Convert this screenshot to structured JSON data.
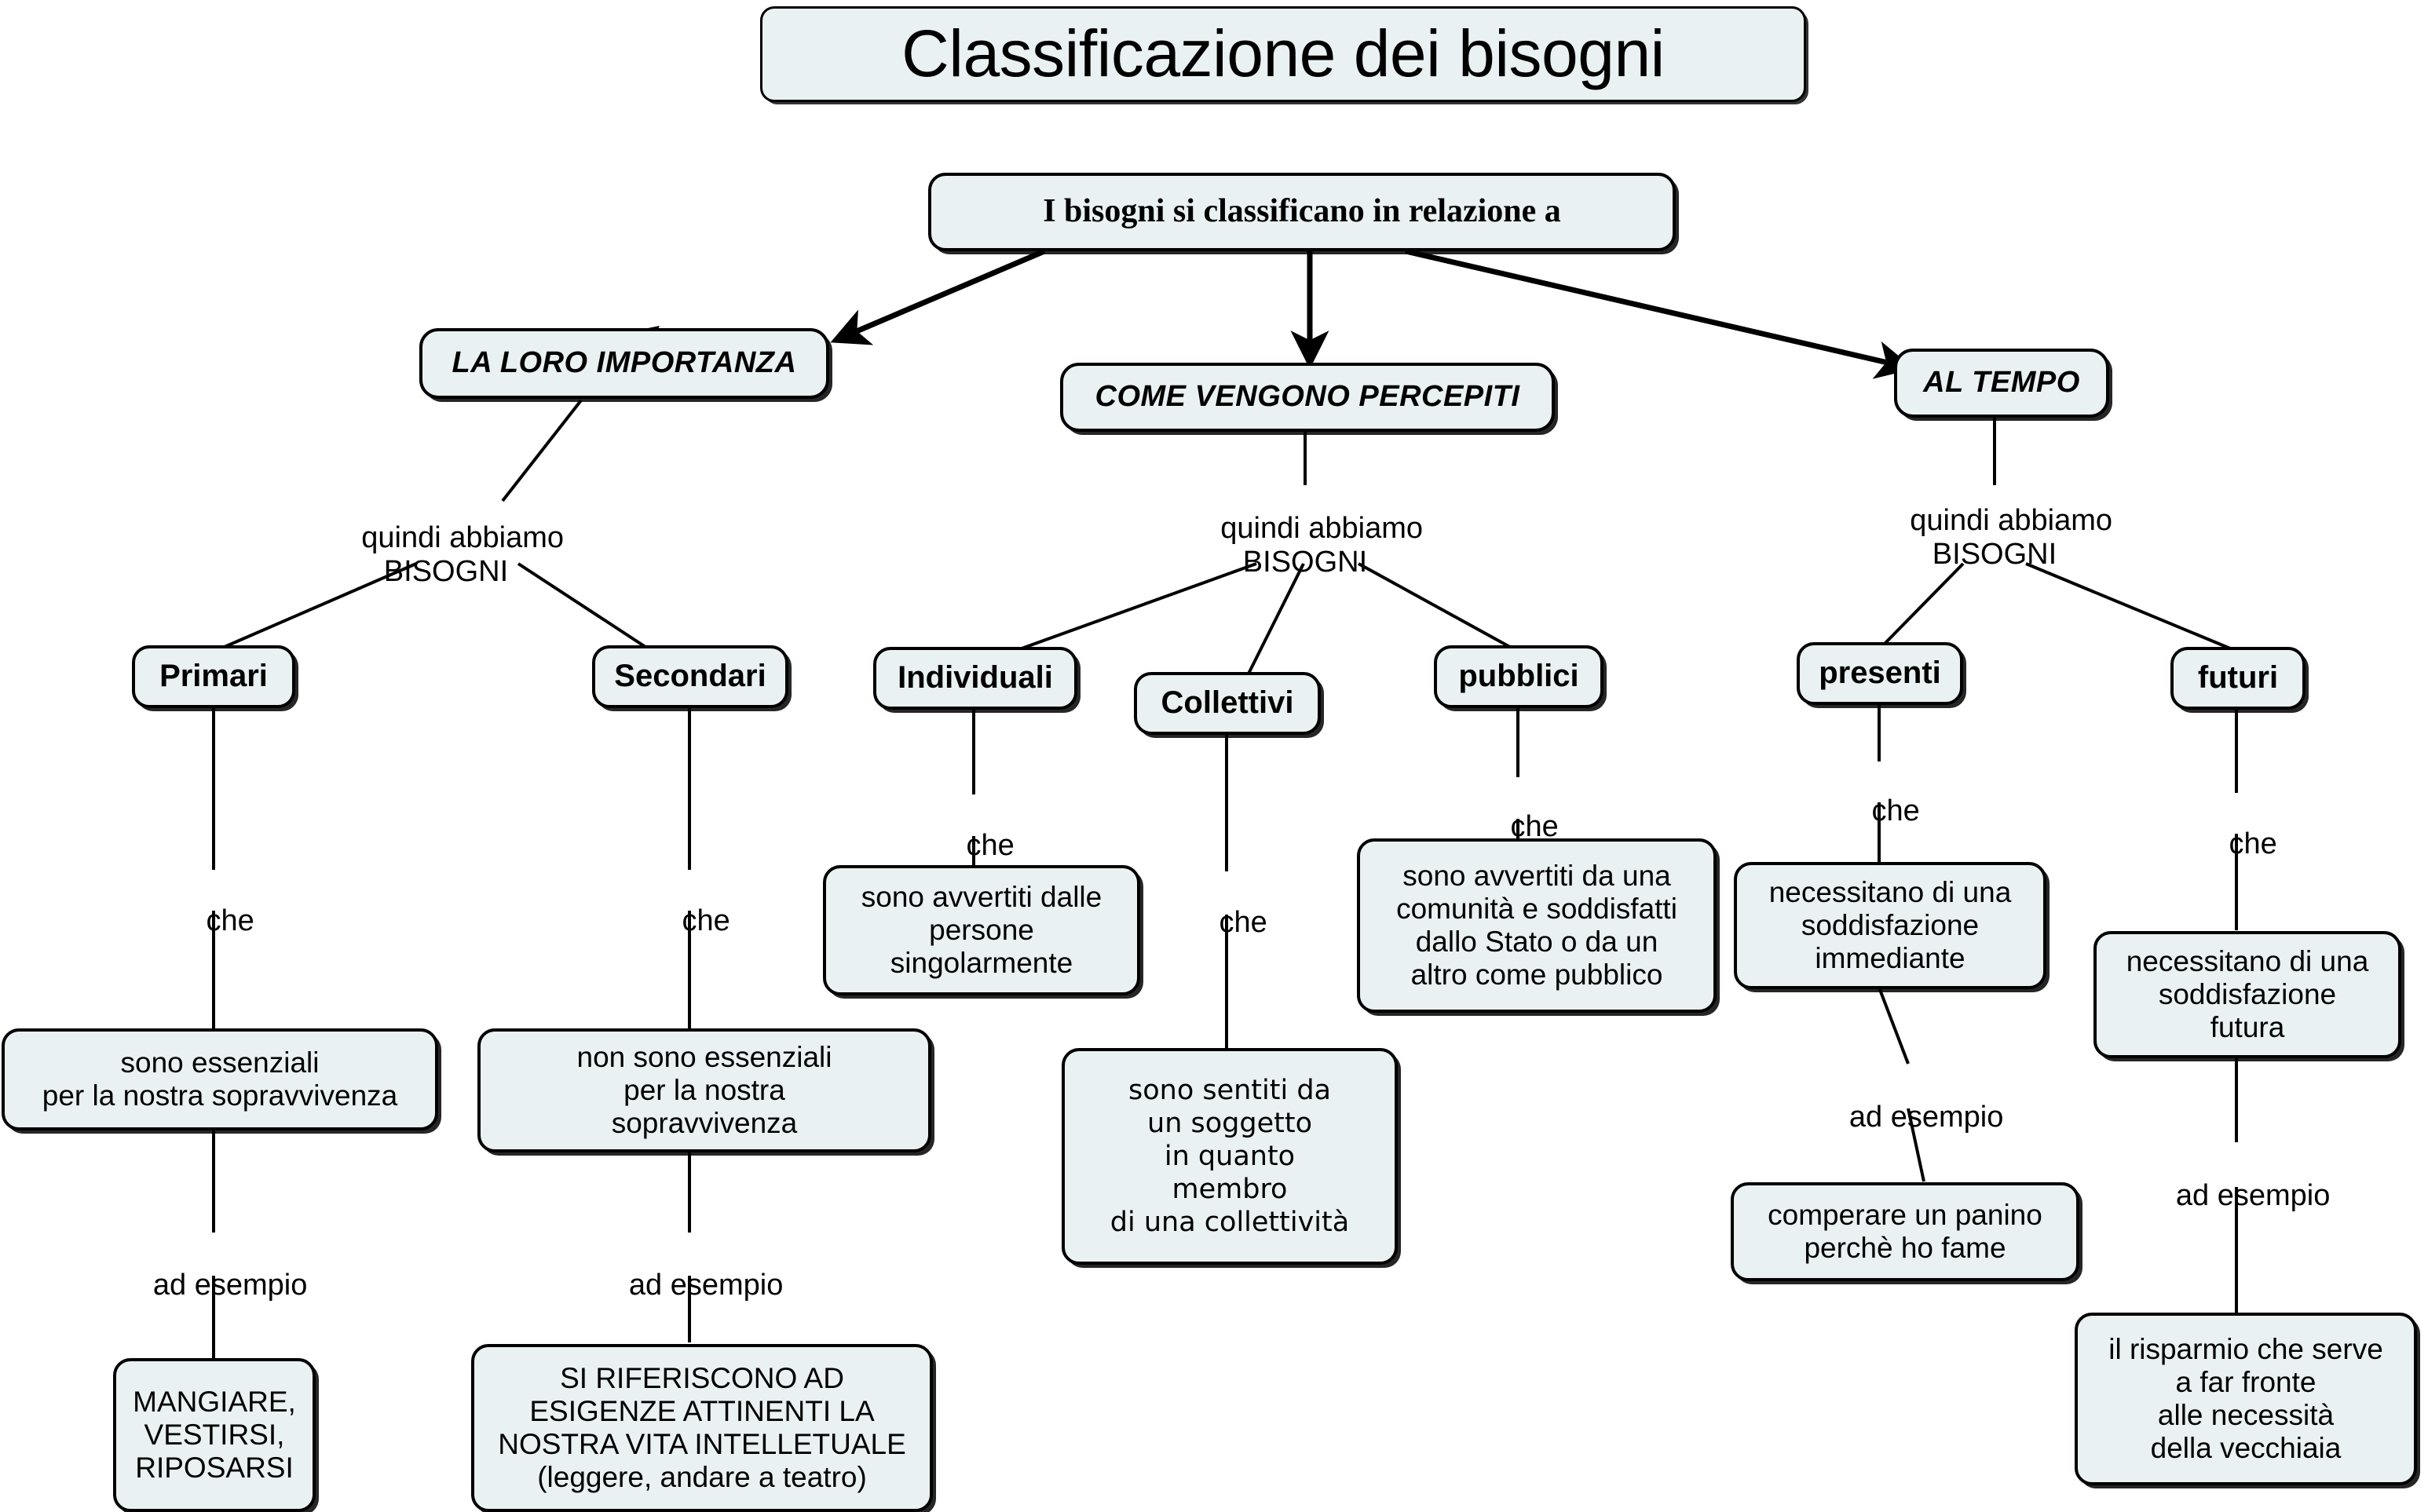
{
  "page": {
    "title": "Classificazione dei bisogni",
    "background_color": "#ffffff",
    "node_fill_color": "#eaf1f2",
    "node_border_color": "#000000"
  },
  "title_box": {
    "label": "Classificazione dei bisogni"
  },
  "root": {
    "label": "I bisogni si classificano in relazione a"
  },
  "categories": [
    {
      "id": "importanza",
      "label": "LA LORO IMPORTANZA"
    },
    {
      "id": "percepiti",
      "label": "COME VENGONO PERCEPITI"
    },
    {
      "id": "tempo",
      "label": "AL TEMPO"
    }
  ],
  "kinds": [
    {
      "id": "primari",
      "label": "Primari"
    },
    {
      "id": "secondari",
      "label": "Secondari"
    },
    {
      "id": "individuali",
      "label": "Individuali"
    },
    {
      "id": "collettivi",
      "label": "Collettivi"
    },
    {
      "id": "pubblici",
      "label": "pubblici"
    },
    {
      "id": "presenti",
      "label": "presenti"
    },
    {
      "id": "futuri",
      "label": "futuri"
    }
  ],
  "descriptions": [
    {
      "id": "primari-desc",
      "label": "sono essenziali\nper la nostra sopravvivenza"
    },
    {
      "id": "secondari-desc",
      "label": "non sono essenziali\nper la nostra\nsopravvivenza"
    },
    {
      "id": "individuali-desc",
      "label": "sono avvertiti dalle\npersone\nsingolarmente"
    },
    {
      "id": "collettivi-desc",
      "label": "sono sentiti da\nun soggetto\nin quanto\nmembro\ndi una collettività"
    },
    {
      "id": "pubblici-desc",
      "label": "sono avvertiti da una\ncomunità e soddisfatti\ndallo Stato o da un\naltro come pubblico"
    },
    {
      "id": "presenti-desc",
      "label": "necessitano di una\nsoddisfazione\nimmediante"
    },
    {
      "id": "futuri-desc",
      "label": "necessitano di una\nsoddisfazione\nfutura"
    }
  ],
  "examples": [
    {
      "id": "primari-example",
      "label": "MANGIARE,\nVESTIRSI,\nRIPOSARSI"
    },
    {
      "id": "secondari-example",
      "label": "SI RIFERISCONO AD\nESIGENZE ATTINENTI LA\nNOSTRA VITA INTELLETUALE\n(leggere, andare a teatro)"
    },
    {
      "id": "presenti-example",
      "label": "comperare un panino\nperchè ho fame"
    },
    {
      "id": "futuri-example",
      "label": "il risparmio che serve\na far fronte\nalle necessità\ndella vecchiaia"
    }
  ],
  "link_labels": [
    {
      "id": "quindi-importanza",
      "label": "quindi abbiamo\nBISOGNI"
    },
    {
      "id": "quindi-percepiti",
      "label": "quindi abbiamo\nBISOGNI"
    },
    {
      "id": "quindi-tempo",
      "label": "quindi abbiamo\nBISOGNI"
    },
    {
      "id": "che-primari",
      "label": "che"
    },
    {
      "id": "che-secondari",
      "label": "che"
    },
    {
      "id": "che-individuali",
      "label": "che"
    },
    {
      "id": "che-collettivi",
      "label": "che"
    },
    {
      "id": "che-pubblici",
      "label": "che"
    },
    {
      "id": "che-presenti",
      "label": "che"
    },
    {
      "id": "che-futuri",
      "label": "che"
    },
    {
      "id": "adesempio-primari",
      "label": "ad esempio"
    },
    {
      "id": "adesempio-secondari",
      "label": "ad esempio"
    },
    {
      "id": "adesempio-presenti",
      "label": "ad esempio"
    },
    {
      "id": "adesempio-futuri",
      "label": "ad esempio"
    }
  ]
}
